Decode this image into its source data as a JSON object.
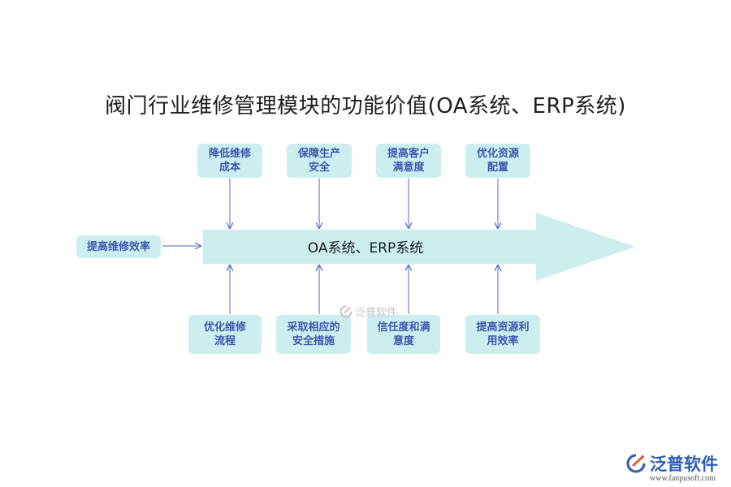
{
  "title": "阀门行业维修管理模块的功能价值(OA系统、ERP系统)",
  "center": "OA系统、ERP系统",
  "left_box": "提高维修效率",
  "top_boxes": [
    {
      "text": "降低维修\n成本"
    },
    {
      "text": "保障生产\n安全"
    },
    {
      "text": "提高客户\n满意度"
    },
    {
      "text": "优化资源\n配置"
    }
  ],
  "bottom_boxes": [
    {
      "text": "优化维修\n流程"
    },
    {
      "text": "采取相应的\n安全措施"
    },
    {
      "text": "信任度和满\n意度"
    },
    {
      "text": "提高资源利\n用效率"
    }
  ],
  "watermark": "泛普软件",
  "logo": {
    "name": "泛普软件",
    "url": "www.fanpusoft.com"
  },
  "colors": {
    "box": "#cdeeee",
    "arrow": "#cdeeee",
    "connector": "#4a6cc8",
    "box_text": "#3e57b0"
  }
}
